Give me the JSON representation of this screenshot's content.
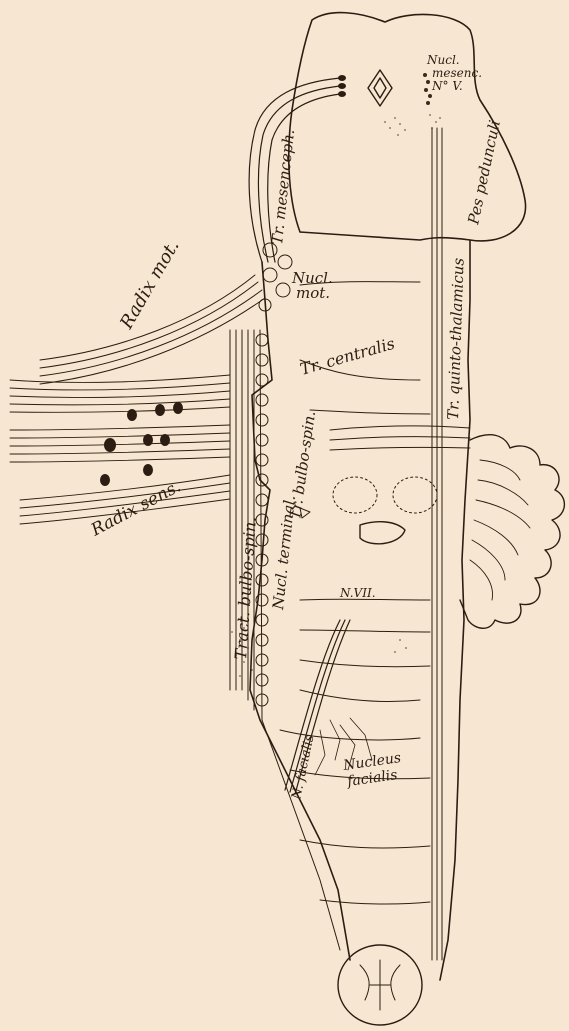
{
  "labels": {
    "nucl_mesenc_1": "Nucl.",
    "nucl_mesenc_2": "mesenc.",
    "nucl_mesenc_3": "N° V.",
    "tr_mesenceph": "Tr. mesenceph.",
    "pes_pedunculi": "Pes pedunculi",
    "radix_mot": "Radix mot.",
    "nucl_mot_1": "Nucl.",
    "nucl_mot_2": "mot.",
    "tr_centralis": "Tr. centralis",
    "tr_quinto_thalamicus": "Tr. quinto-thalamicus",
    "tr_bulbo_spin_upper": "Tr. bulbo-spin.",
    "radix_sens": "Radix sens.",
    "tract_bulbo_spin": "Tract. bulbo-spin.",
    "nucl_terminal": "Nucl. terminal.",
    "n_vii": "N.VII.",
    "n_facialis": "N. facialis",
    "nucleus_1": "Nucleus",
    "nucleus_2": "facialis"
  },
  "colors": {
    "background": "#f7e7d2",
    "ink": "#2b1d12"
  }
}
